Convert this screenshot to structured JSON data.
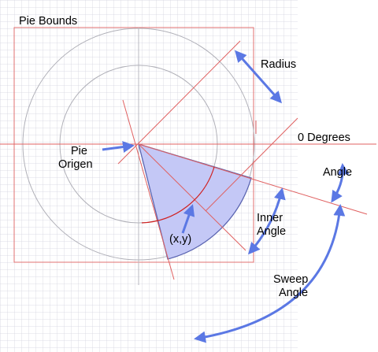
{
  "labels": {
    "pie_bounds": "Pie Bounds",
    "radius": "Radius",
    "zero_degrees": "0 Degrees",
    "angle": "Angle",
    "pie_origin_line1": "Pie",
    "pie_origin_line2": "Origen",
    "inner_angle_line1": "Inner",
    "inner_angle_line2": "Angle",
    "center_point": "(x,y)",
    "sweep_angle_line1": "Sweep",
    "sweep_angle_line2": "Angle"
  },
  "colors": {
    "grid": "#d4d4e0",
    "guide_red": "#e06060",
    "circle_gray": "#b0b0b8",
    "wedge_fill": "#c4c8f6",
    "wedge_stroke": "#5a64b0",
    "arrow_blue": "#5b78e4",
    "inner_arc": "#d02020"
  },
  "icons": {
    "arrow": "double-headed-blue-arrow"
  }
}
